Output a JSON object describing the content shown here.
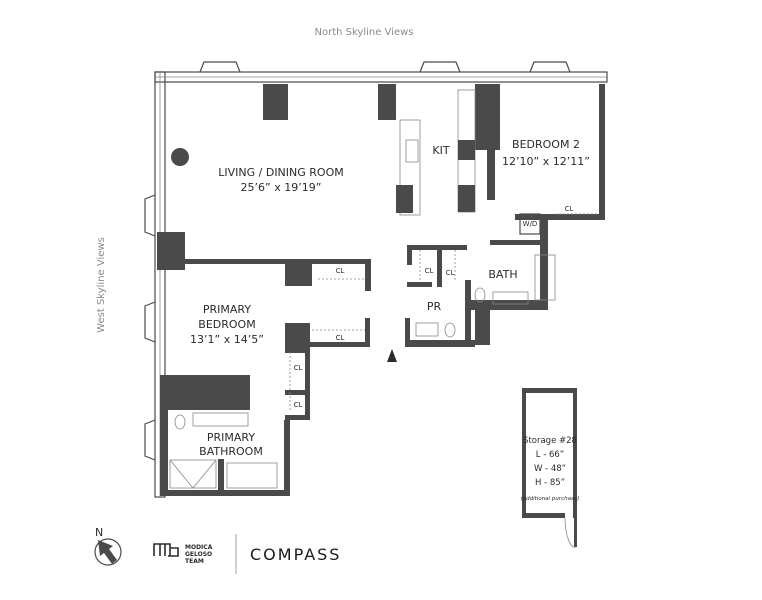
{
  "views": {
    "north": "North Skyline Views",
    "west": "West Skyline Views"
  },
  "rooms": {
    "living": {
      "name": "LIVING / DINING ROOM",
      "size": "25’6” x 19’19”"
    },
    "kitchen": {
      "name": "KIT"
    },
    "bedroom2": {
      "name": "BEDROOM 2",
      "size": "12’10” x 12’11”"
    },
    "bath": {
      "name": "BATH"
    },
    "powder": {
      "name": "PR"
    },
    "primary_bedroom": {
      "name_line1": "PRIMARY",
      "name_line2": "BEDROOM",
      "size": "13’1” x 14’5”"
    },
    "primary_bathroom": {
      "name_line1": "PRIMARY",
      "name_line2": "BATHROOM"
    },
    "closet": "CL",
    "washer_dryer": "W/D"
  },
  "storage": {
    "title": "Storage #28",
    "length": "L - 66”",
    "width": "W - 48”",
    "height": "H - 85”",
    "note": "(additional purchase)"
  },
  "compass": {
    "label": "N"
  },
  "branding": {
    "team_line1": "MODICA",
    "team_line2": "GELOSO",
    "team_line3": "TEAM",
    "brokerage": "COMPASS"
  },
  "colors": {
    "wall": "#4a4a4a",
    "text": "#2b2b2b",
    "view_text": "#8a8a8a"
  }
}
